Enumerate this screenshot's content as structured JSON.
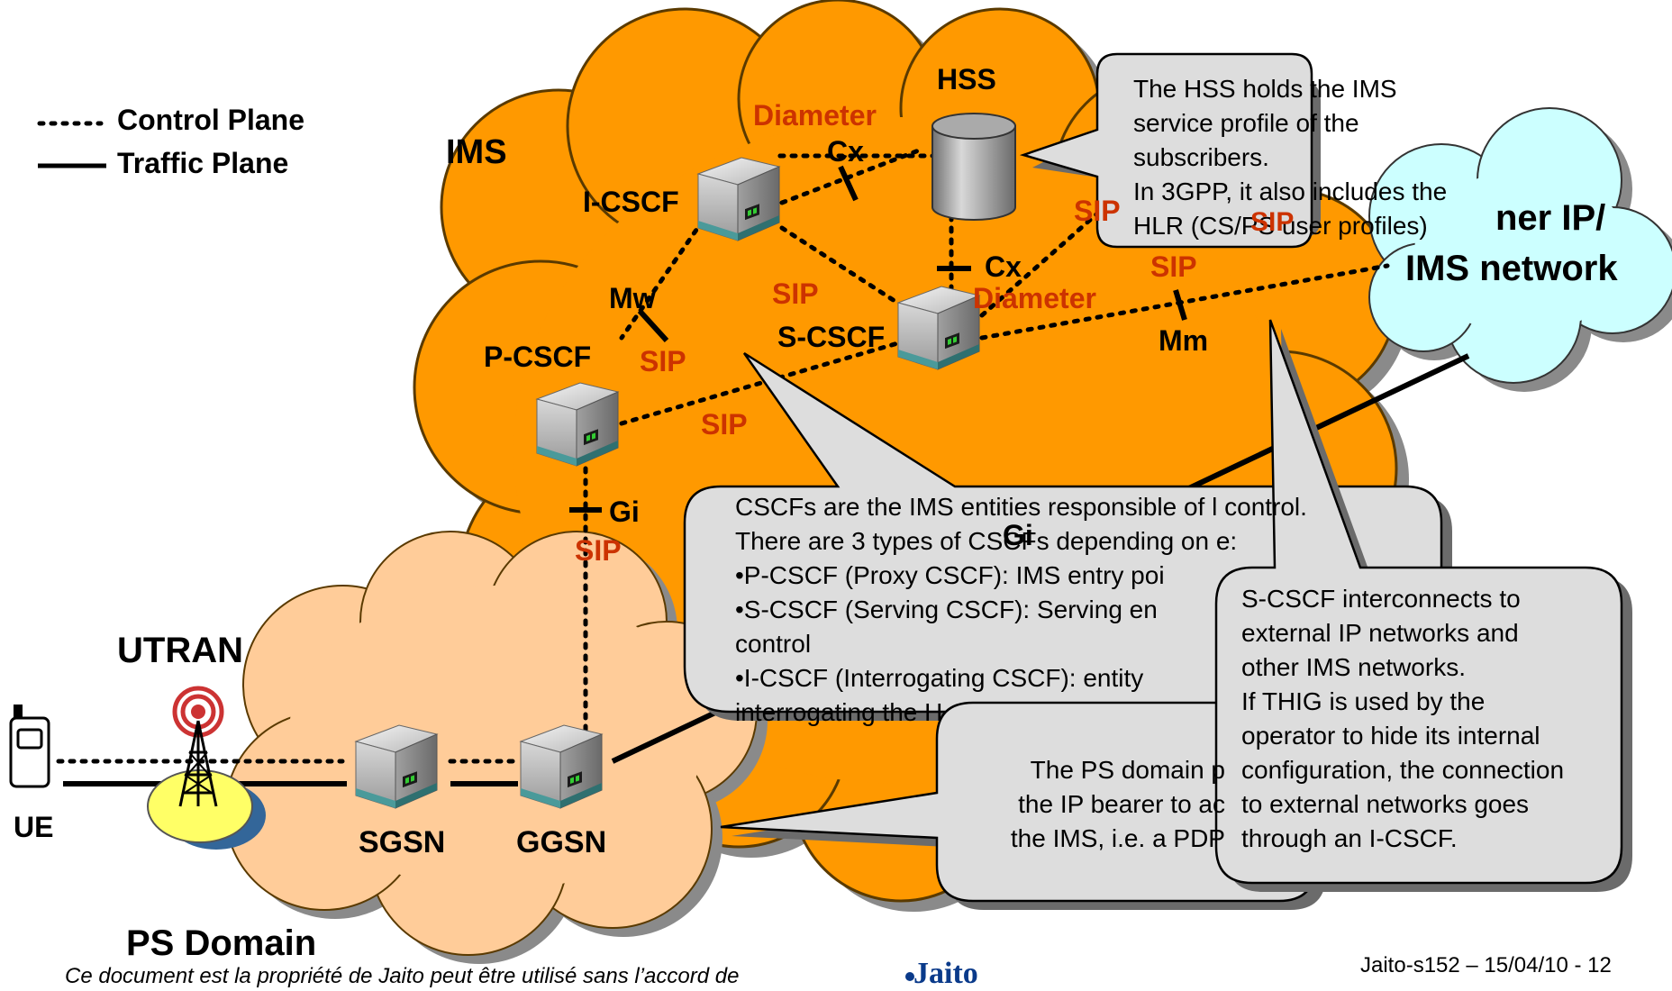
{
  "legend": {
    "control_plane": "Control Plane",
    "traffic_plane": "Traffic Plane"
  },
  "domains": {
    "ims": "IMS",
    "utran": "UTRAN",
    "ps_domain": "PS Domain",
    "other_network_line1": "ner IP/",
    "other_network_line2": "IMS network"
  },
  "nodes": {
    "hss": "HSS",
    "icscf": "I-CSCF",
    "pcscf": "P-CSCF",
    "scscf": "S-CSCF",
    "sgsn": "SGSN",
    "ggsn": "GGSN",
    "ue": "UE"
  },
  "interfaces": {
    "cx_top": "Cx",
    "cx_mid": "Cx",
    "mw": "Mw",
    "mm": "Mm",
    "gi_left": "Gi",
    "gi_right": "Gi"
  },
  "protocols": {
    "diameter_top": "Diameter",
    "diameter_mid": "Diameter",
    "sip_1": "SIP",
    "sip_2": "SIP",
    "sip_3": "SIP",
    "sip_4": "SIP",
    "sip_5": "SIP",
    "sip_6": "SIP",
    "sip_7": "SIP"
  },
  "callouts": {
    "hss": [
      "The HSS holds the IMS",
      "service profile of the",
      "subscribers.",
      "In 3GPP, it also includes the",
      "HLR (CS/PS user profiles)"
    ],
    "cscf": [
      "CSCFs are the IMS entities responsible of      l control.",
      "There are 3 types of CSCFs depending on            e:",
      "•P-CSCF (Proxy CSCF): IMS entry poi",
      "•S-CSCF (Serving CSCF): Serving en",
      "control",
      "•I-CSCF (Interrogating CSCF): entity",
      "interrogating the H"
    ],
    "ps": [
      "The PS domain p",
      "the IP bearer to ac",
      "the IMS, i.e. a PDP"
    ],
    "scscf": [
      "S-CSCF interconnects to",
      "external IP networks and",
      "other IMS networks.",
      "If THIG is used by the",
      "operator to hide its internal",
      "configuration, the connection",
      "to external networks goes",
      "through an I-CSCF."
    ]
  },
  "footer": {
    "copyright": "Ce document est la propriété de Jaito              peut être utilisé sans l’accord de",
    "logo": "Jaito",
    "slide_ref": "Jaito-s152 – 15/04/10 - 12"
  },
  "colors": {
    "ims_cloud": "#ff9900",
    "ps_cloud": "#ffcc99",
    "other_cloud": "#ccffff",
    "callout": "#dddddd",
    "protocol_text": "#cc3300",
    "antenna_ground": "#ffff66"
  }
}
